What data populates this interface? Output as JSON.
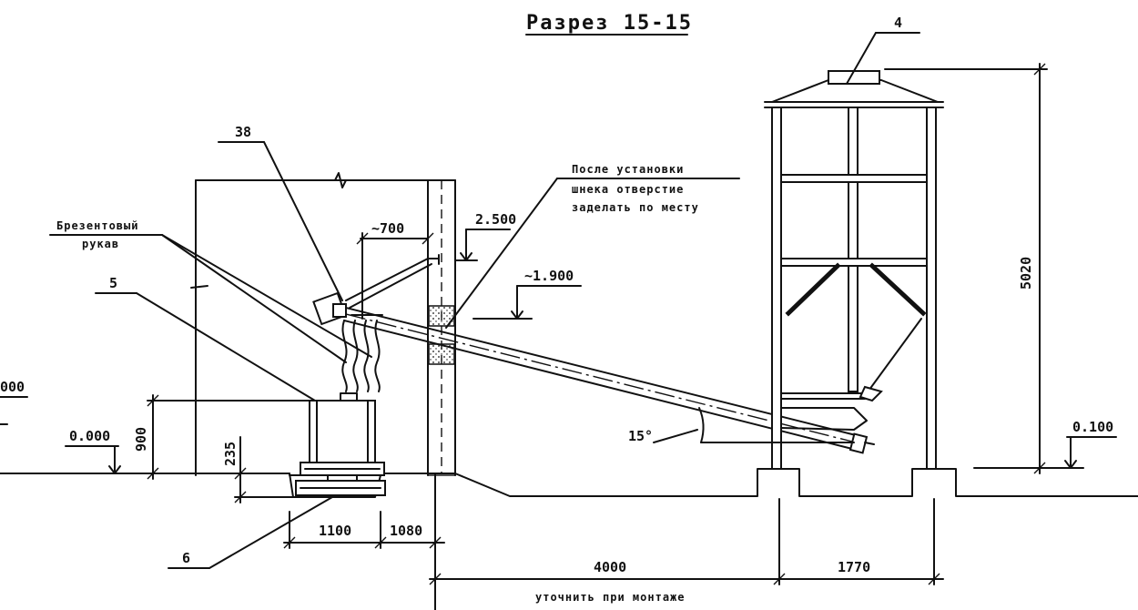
{
  "title": "Разрез 15-15",
  "callouts": {
    "c4": "4",
    "c38": "38",
    "c5": "5",
    "c6": "6",
    "hose_line1": "Брезентовый",
    "hose_line2": "рукав",
    "note_line1": "После установки",
    "note_line2": "шнека отверстие",
    "note_line3": "заделать по месту"
  },
  "levels": {
    "l2500": "2.500",
    "l1900": "~1.900",
    "l0000": "0.000",
    "l0100": "0.100",
    "cut_left": "000"
  },
  "dims": {
    "d700": "~700",
    "d900": "900",
    "d235": "235",
    "d1100": "1100",
    "d1080": "1080",
    "d4000": "4000",
    "d1770": "1770",
    "d5020": "5020",
    "angle": "15°"
  },
  "footer_note": "уточнить при монтаже"
}
